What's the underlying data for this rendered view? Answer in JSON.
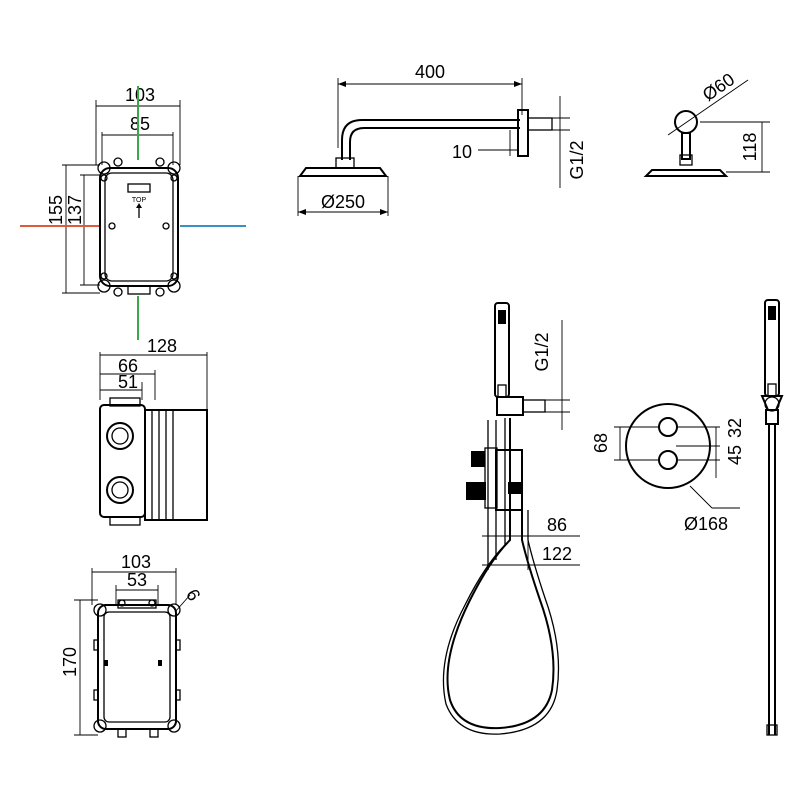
{
  "colors": {
    "hot_line": "#e05a3a",
    "cold_line": "#3a8fc4",
    "axis_line": "#3aa84a",
    "ink": "#000000"
  },
  "valve_body_front": {
    "width_outer": "103",
    "width_inner": "85",
    "height_outer": "155",
    "height_inner": "137",
    "label": "TOP"
  },
  "valve_body_side": {
    "depth_total": "128",
    "depth_mid": "66",
    "depth_min": "51"
  },
  "valve_body_back": {
    "width_outer": "103",
    "width_inner": "53",
    "height": "170",
    "corner": "6"
  },
  "shower_arm": {
    "length": "400",
    "offset": "10",
    "head_diameter": "Ø250",
    "thread": "G1/2"
  },
  "shower_head_side": {
    "flange_diameter": "Ø60",
    "height": "118"
  },
  "hand_shower": {
    "thread": "G1/2",
    "depth_a": "86",
    "depth_b": "122"
  },
  "trim_plate": {
    "spacing": "68",
    "offset_a": "45",
    "offset_b": "32",
    "diameter": "Ø168"
  }
}
